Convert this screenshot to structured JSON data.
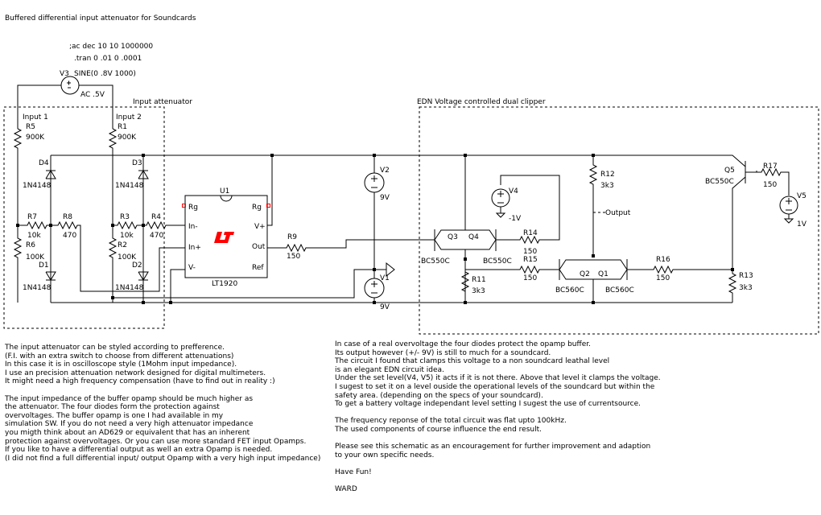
{
  "title": "Buffered differential input attenuator for Soundcards",
  "directives": [
    ";ac dec 10 10 1000000",
    ".tran 0 .01 0 .0001"
  ],
  "sections": {
    "input_attenuator": "Input attenuator",
    "clipper": "EDN Voltage controlled dual clipper"
  },
  "sources": {
    "v3": {
      "ref": "V3",
      "value": "SINE(0 .8V 1000)",
      "ac": "AC .5V"
    },
    "v2": {
      "ref": "V2",
      "value": "9V"
    },
    "v1": {
      "ref": "V1",
      "value": "9V"
    },
    "v4": {
      "ref": "V4",
      "value": "-1V"
    },
    "v5": {
      "ref": "V5",
      "value": "1V"
    }
  },
  "inputs": {
    "in1": "Input 1",
    "in2": "Input 2"
  },
  "resistors": {
    "r5": {
      "ref": "R5",
      "value": "900K"
    },
    "r1": {
      "ref": "R1",
      "value": "900K"
    },
    "r7": {
      "ref": "R7",
      "value": "10k"
    },
    "r8": {
      "ref": "R8",
      "value": "470"
    },
    "r3": {
      "ref": "R3",
      "value": "10k"
    },
    "r4": {
      "ref": "R4",
      "value": "470"
    },
    "r6": {
      "ref": "R6",
      "value": "100K"
    },
    "r2": {
      "ref": "R2",
      "value": "100K"
    },
    "r9": {
      "ref": "R9",
      "value": "150"
    },
    "r12": {
      "ref": "R12",
      "value": "3k3"
    },
    "r14": {
      "ref": "R14",
      "value": "150"
    },
    "r15": {
      "ref": "R15",
      "value": "150"
    },
    "r16": {
      "ref": "R16",
      "value": "150"
    },
    "r11": {
      "ref": "R11",
      "value": "3k3"
    },
    "r13": {
      "ref": "R13",
      "value": "3k3"
    },
    "r17": {
      "ref": "R17",
      "value": "150"
    }
  },
  "diodes": {
    "d4": {
      "ref": "D4",
      "value": "1N4148"
    },
    "d3": {
      "ref": "D3",
      "value": "1N4148"
    },
    "d1": {
      "ref": "D1",
      "value": "1N4148"
    },
    "d2": {
      "ref": "D2",
      "value": "1N4148"
    }
  },
  "transistors": {
    "q3": {
      "ref": "Q3",
      "value": "BC550C"
    },
    "q4": {
      "ref": "Q4",
      "value": "BC550C"
    },
    "q2": {
      "ref": "Q2",
      "value": "BC560C"
    },
    "q1": {
      "ref": "Q1",
      "value": "BC560C"
    },
    "q5": {
      "ref": "Q5",
      "value": "BC550C"
    }
  },
  "opamp": {
    "ref": "U1",
    "part": "LT1920",
    "pins": {
      "rg_left": "Rg",
      "rg_right": "Rg",
      "in_minus": "In-",
      "in_plus": "In+",
      "v_minus": "V-",
      "v_plus": "V+",
      "out": "Out",
      "ref": "Ref"
    }
  },
  "output_label": "Output",
  "notes_left": [
    "The input attenuator can be styled according to prefference.",
    "(F.I. with an extra switch to choose from different attenuations)",
    "In this case it is in oscilloscope style (1Mohm input impedance).",
    "I use an precision attenuation network designed for digital multimeters.",
    "It might need a high frequency compensation (have to find out in reality :)",
    "",
    "The input impedance of the buffer opamp should be much higher as",
    "the attenuator. The four diodes form the protection against",
    "overvoltages. The buffer opamp is one I had available in my",
    "simulation SW. If you do not need a very high attenuator impedance",
    "you migth think about an AD629 or equivalent that has an inherent",
    "protection against overvoltages. Or you can use more standard FET input Opamps.",
    "If you like to have a differential output as well an extra Opamp is needed.",
    "(I did not find a full differential input/ output Opamp with a very high input impedance)"
  ],
  "notes_right": [
    "In case of a real overvoltage the four diodes protect the opamp buffer.",
    "Its output however (+/- 9V) is still to much for a soundcard.",
    "The circuit I found that clamps this voltage to a non soundcard leathal level",
    "is an elegant  EDN circuit idea.",
    "Under the set level(V4, V5) it acts if it is not there. Above that level it clamps the voltage.",
    "I sugest to set it on a level ouside the operational levels of the soundcard but within the",
    "safety area. (depending on the specs of your soundcard).",
    "To get a battery voltage independant level setting I sugest the use of currentsource.",
    "",
    "The frequency reponse of the total circuit was flat upto 100kHz.",
    "The used components of course influence the end result.",
    "",
    "Please see this schematic as an encouragement for further improvement and adaption",
    "to your own specific needs.",
    "",
    "Have Fun!",
    "",
    "WARD"
  ],
  "colors": {
    "wire": "#000000",
    "pin_marker": "#ff0000",
    "logo": "#ff0000",
    "background": "#ffffff"
  }
}
